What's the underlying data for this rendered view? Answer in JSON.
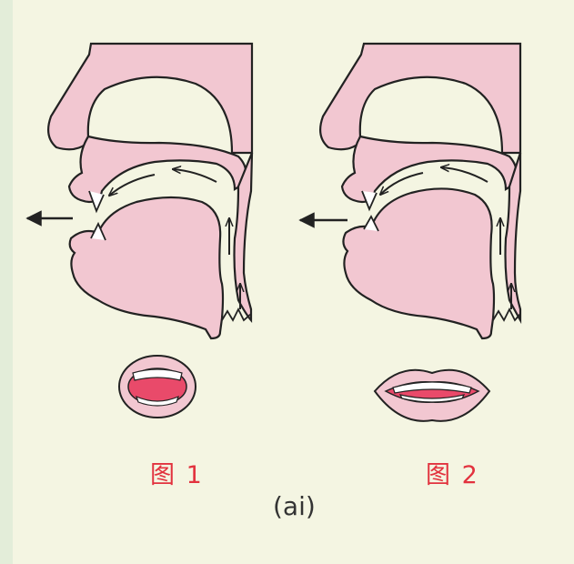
{
  "figures": [
    {
      "caption": "图 1"
    },
    {
      "caption": "图 2"
    }
  ],
  "phoneme": "(ai)",
  "colors": {
    "background": "#f4f5e2",
    "tissue": "#f2c7d1",
    "outline": "#222222",
    "lip_inner": "#e94a6a",
    "caption": "#e2323e"
  }
}
